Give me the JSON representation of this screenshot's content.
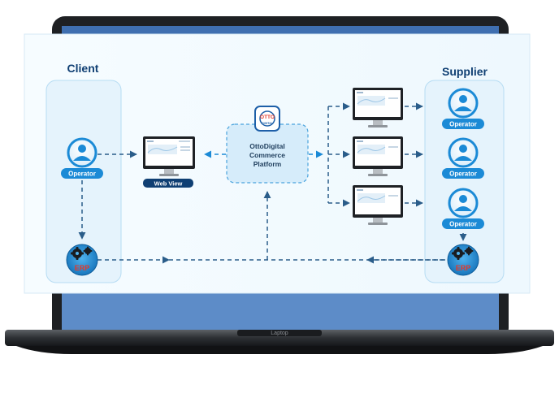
{
  "client": {
    "title": "Client",
    "operator_label": "Operator",
    "erp_label": "ERP"
  },
  "supplier": {
    "title": "Supplier",
    "operator_label": "Operator",
    "erp_label": "ERP"
  },
  "web_view_label": "Web View",
  "platform": {
    "logo_text": "OTTO",
    "logo_subtext": "DIGITAL",
    "name_line1": "OttoDigital",
    "name_line2": "Commerce",
    "name_line3": "Platform"
  },
  "laptop_brand": "Laptop",
  "colors": {
    "accent": "#1b8ad6",
    "panel_bg": "#e7f4fc",
    "slide_bg": "#f4fbff",
    "arrow": "#2a5d8a",
    "dark_label": "#0f3f73",
    "erp_text": "#e23b2c"
  }
}
